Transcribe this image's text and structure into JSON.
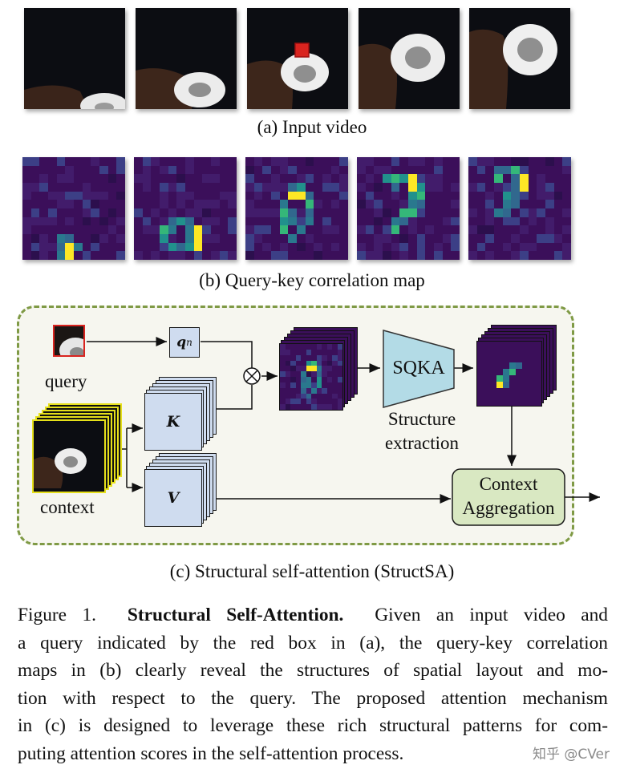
{
  "panel_a": {
    "caption": "(a) Input video"
  },
  "panel_b": {
    "caption": "(b) Query-key correlation map"
  },
  "panel_c": {
    "caption": "(c) Structural self-attention (StructSA)",
    "query_label": "query",
    "context_label": "context",
    "qn_label": "q",
    "qn_sub": "n",
    "k_label": "K",
    "v_label": "V",
    "otimes": "⊗",
    "sqka_label": "SQKA",
    "structure_label_1": "Structure",
    "structure_label_2": "extraction",
    "context_agg_1": "Context",
    "context_agg_2": "Aggregation"
  },
  "figure_caption": {
    "prefix": "Figure 1.",
    "bold": "Structural Self-Attention.",
    "line1": "Given an input video and",
    "line2": "a query indicated by the red box in (a), the query-key correlation",
    "line3": "maps in (b) clearly reveal the structures of spatial layout and mo-",
    "line4": "tion with respect to the query. The proposed attention mechanism",
    "line5": "in (c) is designed to leverage these rich structural patterns for com-",
    "line6": "puting attention scores in the self-attention process."
  },
  "watermark": "知乎 @CVer",
  "colors": {
    "dashed_border": "#7f9a45",
    "panel_bg": "#f6f6ef",
    "blue_box": "#cfdcef",
    "sqka_fill": "#b3dbe6",
    "context_agg_fill": "#d9e8c2",
    "context_border": "#e6e01a",
    "query_box": "#d9241f"
  },
  "heatmaps": [
    {
      "hot": [
        [
          9,
          4
        ],
        [
          10,
          4
        ],
        [
          10,
          5
        ],
        [
          11,
          4
        ],
        [
          11,
          5
        ],
        [
          10,
          6
        ],
        [
          9,
          5
        ]
      ],
      "peak": [
        [
          10,
          5
        ],
        [
          11,
          5
        ]
      ],
      "bg": 0.18
    },
    {
      "hot": [
        [
          7,
          4
        ],
        [
          7,
          5
        ],
        [
          7,
          6
        ],
        [
          8,
          3
        ],
        [
          8,
          4
        ],
        [
          8,
          6
        ],
        [
          9,
          3
        ],
        [
          9,
          6
        ],
        [
          10,
          4
        ],
        [
          10,
          5
        ],
        [
          10,
          6
        ],
        [
          8,
          7
        ],
        [
          9,
          7
        ]
      ],
      "peak": [
        [
          8,
          7
        ],
        [
          9,
          7
        ],
        [
          10,
          7
        ]
      ],
      "bg": 0.17
    },
    {
      "hot": [
        [
          3,
          5
        ],
        [
          3,
          6
        ],
        [
          4,
          6
        ],
        [
          4,
          7
        ],
        [
          5,
          7
        ],
        [
          6,
          7
        ],
        [
          7,
          7
        ],
        [
          8,
          6
        ],
        [
          5,
          4
        ],
        [
          6,
          4
        ],
        [
          7,
          4
        ],
        [
          8,
          4
        ],
        [
          9,
          5
        ],
        [
          6,
          5
        ],
        [
          7,
          5
        ]
      ],
      "peak": [
        [
          4,
          5
        ],
        [
          4,
          6
        ]
      ],
      "bg": 0.14
    },
    {
      "hot": [
        [
          2,
          3
        ],
        [
          2,
          4
        ],
        [
          2,
          5
        ],
        [
          3,
          4
        ],
        [
          3,
          6
        ],
        [
          3,
          7
        ],
        [
          4,
          6
        ],
        [
          4,
          7
        ],
        [
          5,
          6
        ],
        [
          5,
          7
        ],
        [
          6,
          5
        ],
        [
          6,
          6
        ],
        [
          7,
          4
        ],
        [
          7,
          5
        ],
        [
          8,
          4
        ]
      ],
      "peak": [
        [
          2,
          6
        ],
        [
          3,
          6
        ]
      ],
      "bg": 0.13
    },
    {
      "hot": [
        [
          1,
          3
        ],
        [
          1,
          4
        ],
        [
          1,
          5
        ],
        [
          2,
          3
        ],
        [
          2,
          5
        ],
        [
          2,
          6
        ],
        [
          3,
          5
        ],
        [
          3,
          6
        ],
        [
          4,
          4
        ],
        [
          4,
          5
        ],
        [
          5,
          4
        ],
        [
          5,
          5
        ],
        [
          6,
          3
        ],
        [
          6,
          4
        ]
      ],
      "peak": [
        [
          2,
          6
        ],
        [
          3,
          6
        ]
      ],
      "bg": 0.14
    }
  ]
}
